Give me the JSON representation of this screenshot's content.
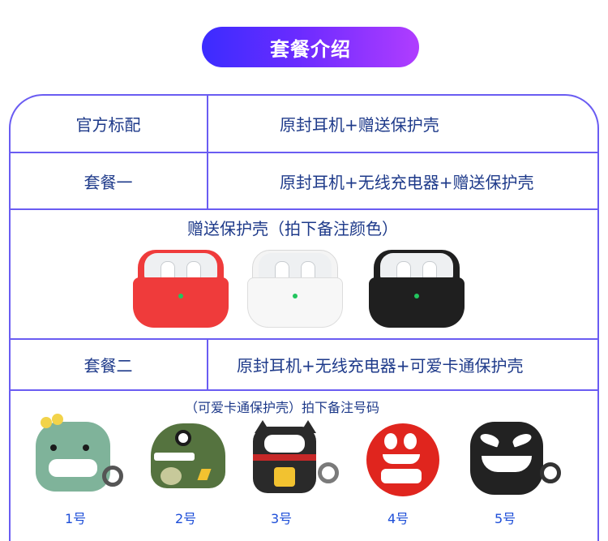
{
  "header": {
    "title": "套餐介绍"
  },
  "rows": {
    "row1": {
      "name": "官方标配",
      "content": "原封耳机+赠送保护壳"
    },
    "row2": {
      "name": "套餐一",
      "content": "原封耳机+无线充电器+赠送保护壳"
    },
    "row3": {
      "caption": "赠送保护壳（拍下备注颜色）"
    },
    "row4": {
      "name": "套餐二",
      "content": "原封耳机+无线充电器+可爱卡通保护壳"
    },
    "row5": {
      "caption": "（可爱卡通保护壳）拍下备注号码"
    }
  },
  "plain_cases": [
    {
      "color_name": "red",
      "color": "#ef3b3b"
    },
    {
      "color_name": "white",
      "color": "#f4f4f4"
    },
    {
      "color_name": "black",
      "color": "#1f1f1f"
    }
  ],
  "cartoon_cases": [
    {
      "label": "1号",
      "icon": "dinosaur-green-icon",
      "color": "#7fb39a"
    },
    {
      "label": "2号",
      "icon": "dinosaur-army-icon",
      "color": "#55733f"
    },
    {
      "label": "3号",
      "icon": "lucky-cat-icon",
      "color": "#2a2a2a"
    },
    {
      "label": "4号",
      "icon": "candy-red-icon",
      "color": "#e0251e"
    },
    {
      "label": "5号",
      "icon": "venom-face-icon",
      "color": "#222222"
    }
  ]
}
